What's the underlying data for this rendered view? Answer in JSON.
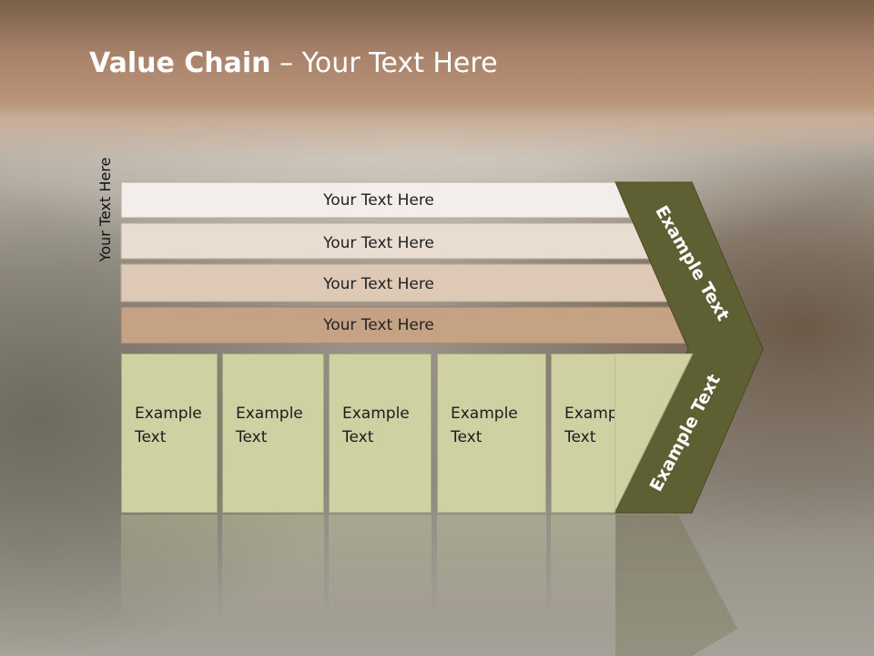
{
  "slide": {
    "title_bold": "Value Chain",
    "title_rest": " – Your Text Here",
    "side_label": "Your Text Here"
  },
  "bars": [
    {
      "label": "Your Text Here",
      "color": "#f3eee9"
    },
    {
      "label": "Your Text Here",
      "color": "#e9dcd1"
    },
    {
      "label": "Your Text Here",
      "color": "#dec8b6"
    },
    {
      "label": "Your Text Here",
      "color": "#c6a285"
    }
  ],
  "boxes": [
    {
      "line1": "Example",
      "line2": "Text"
    },
    {
      "line1": "Example",
      "line2": "Text"
    },
    {
      "line1": "Example",
      "line2": "Text"
    },
    {
      "line1": "Example",
      "line2": "Text"
    },
    {
      "line1": "Example",
      "line2": "Text"
    }
  ],
  "arrow": {
    "upper_text": "Example Text",
    "lower_text": "Example Text",
    "color": "#5e5f33"
  }
}
